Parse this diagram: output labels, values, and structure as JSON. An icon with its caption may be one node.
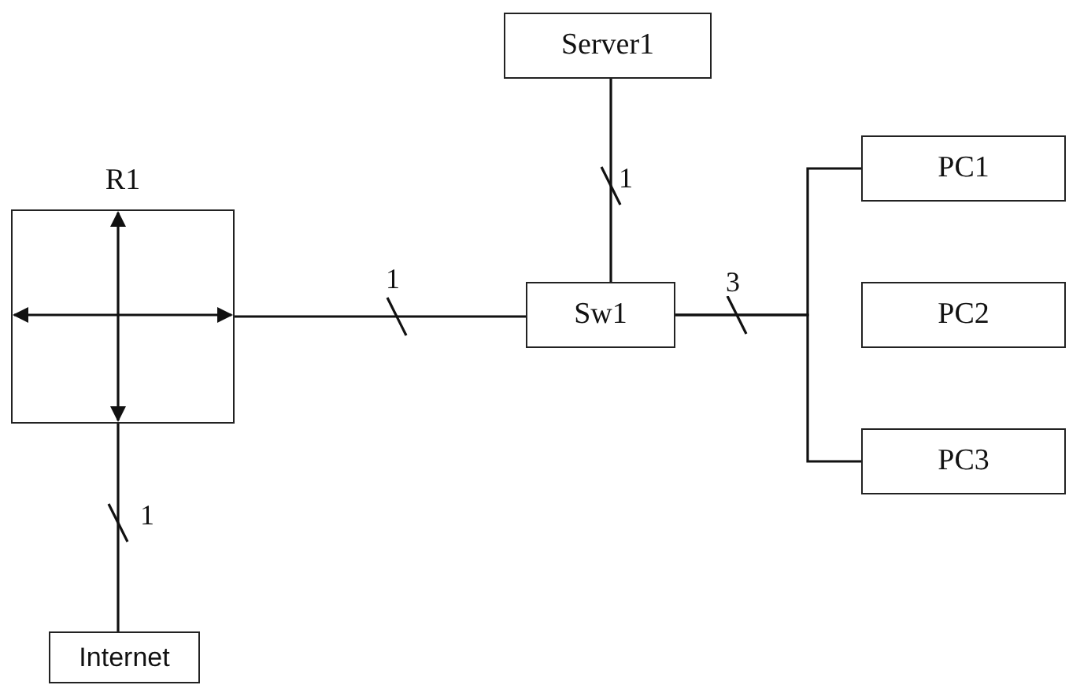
{
  "diagram": {
    "nodes": [
      {
        "text": [
          "R1"
        ]
      },
      {
        "text": [
          "Server1"
        ]
      },
      {
        "text": [
          "Sw1"
        ]
      },
      {
        "text": [
          "PC1"
        ]
      },
      {
        "text": [
          "PC2"
        ]
      },
      {
        "text": [
          "PC3"
        ]
      },
      {
        "text": [
          "Internet"
        ]
      }
    ],
    "edges": [
      {
        "from": 0,
        "to": 2,
        "arrow": "none",
        "label": "1"
      },
      {
        "from": 1,
        "to": 2,
        "arrow": "none",
        "label": "1"
      },
      {
        "from": 2,
        "to": 3,
        "arrow": "none",
        "label": "3"
      },
      {
        "from": 2,
        "to": 5,
        "arrow": "none"
      },
      {
        "from": 0,
        "to": 6,
        "arrow": "none",
        "label": "1"
      }
    ]
  }
}
